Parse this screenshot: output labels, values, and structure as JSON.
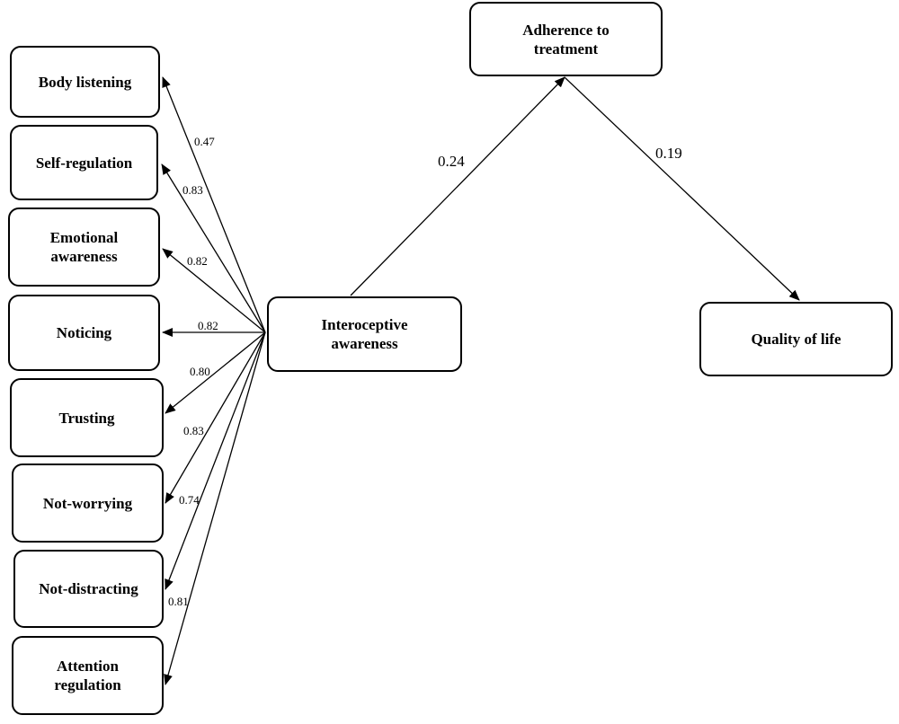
{
  "indicators": [
    {
      "label": "Body listening",
      "loading": "0.47"
    },
    {
      "label": "Self-regulation",
      "loading": "0.83"
    },
    {
      "label": "Emotional awareness",
      "loading": "0.82"
    },
    {
      "label": "Noticing",
      "loading": "0.82"
    },
    {
      "label": "Trusting",
      "loading": "0.80"
    },
    {
      "label": "Not-worrying",
      "loading": "0.83"
    },
    {
      "label": "Not-distracting",
      "loading": "0.74"
    },
    {
      "label": "Attention regulation",
      "loading": "0.81"
    }
  ],
  "latent": {
    "label": "Interoceptive awareness"
  },
  "mediator": {
    "label": "Adherence to treatment"
  },
  "outcome": {
    "label": "Quality of life"
  },
  "paths": {
    "a": "0.24",
    "b": "0.19"
  }
}
